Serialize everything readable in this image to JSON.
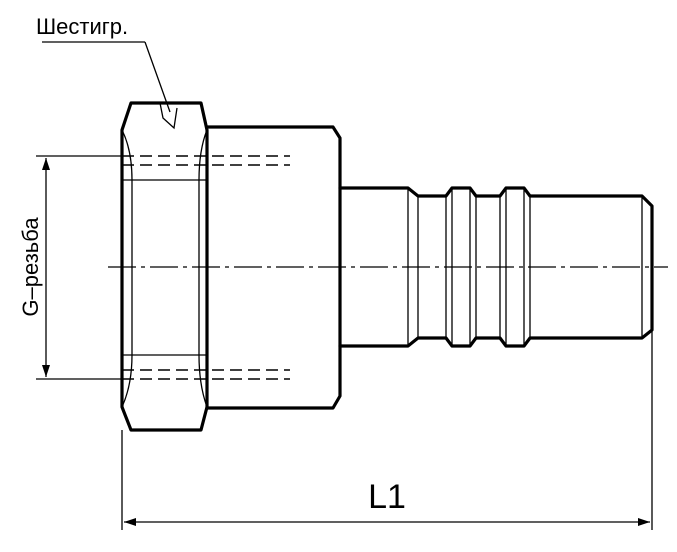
{
  "labels": {
    "hex": "Шестигр.",
    "thread": "G–резьба",
    "length": "L1"
  }
}
